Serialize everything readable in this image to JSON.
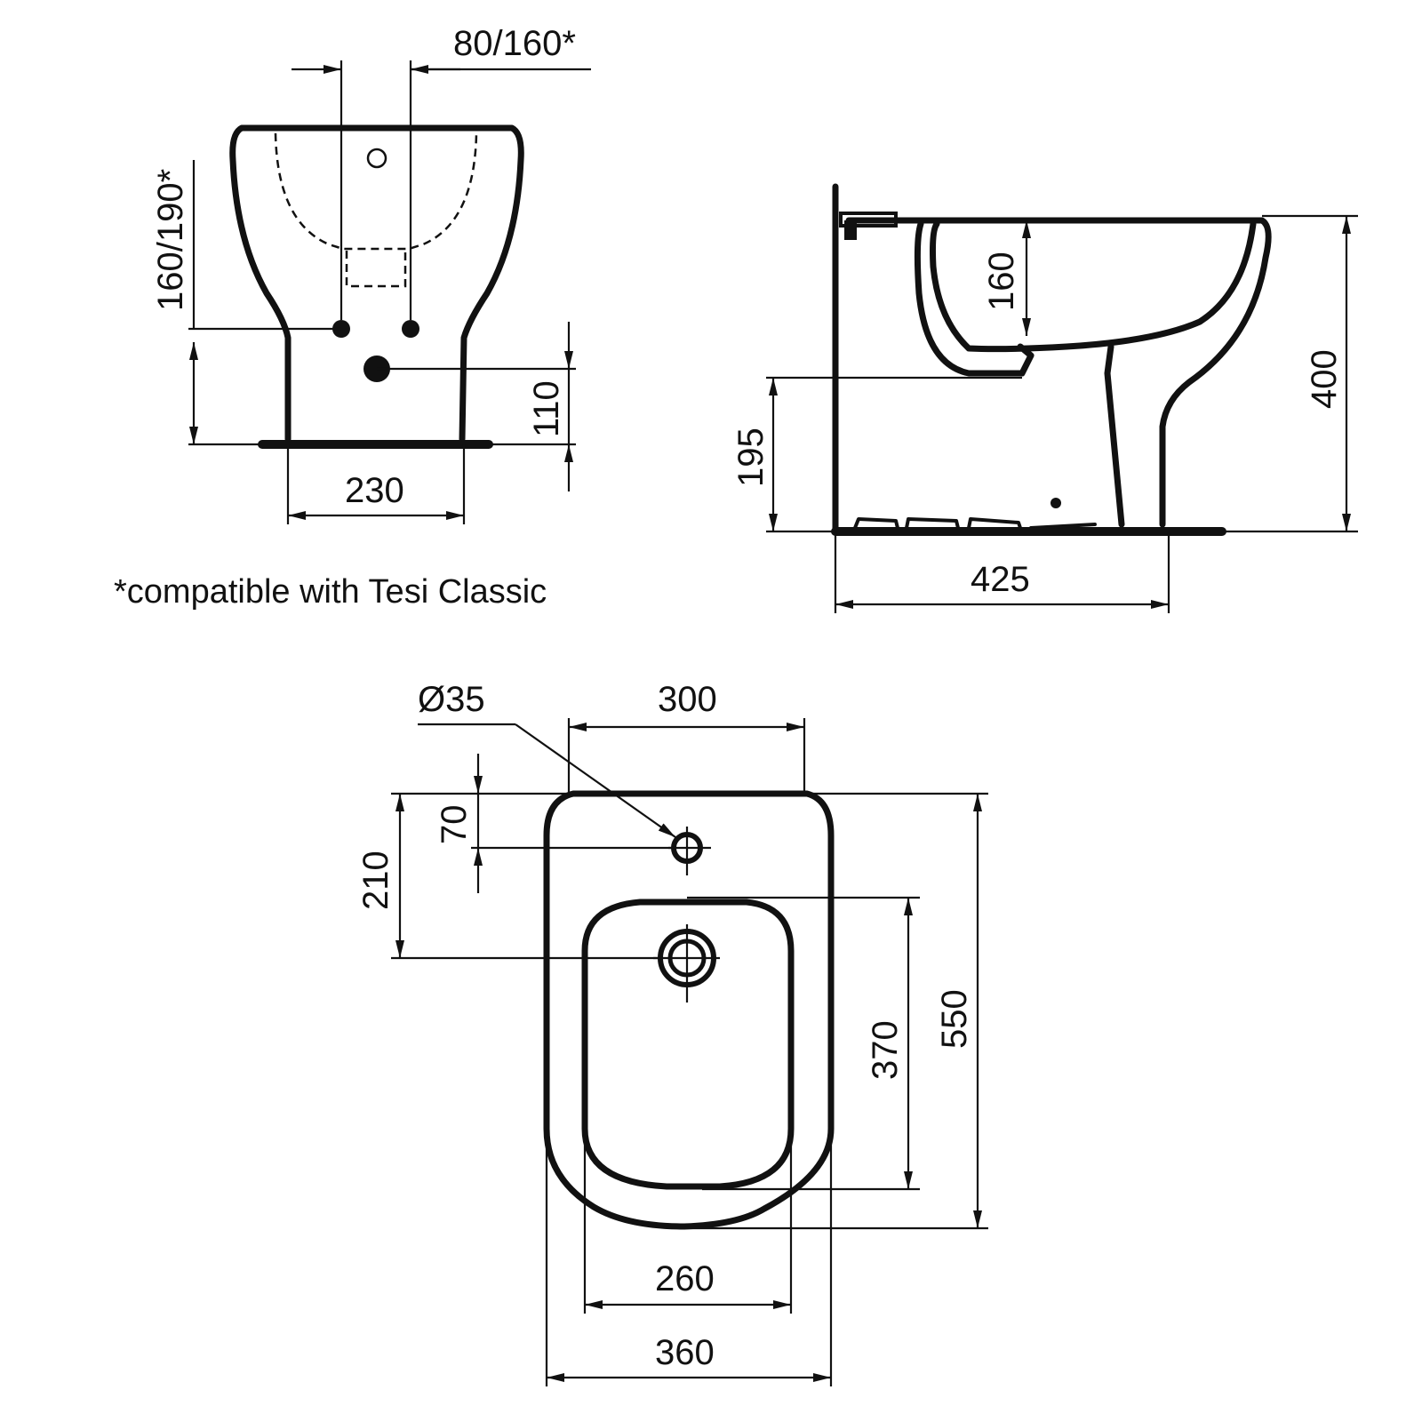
{
  "front_view": {
    "dim_tap_spacing": "80/160*",
    "dim_inlet_height": "160/190*",
    "dim_outlet_height": "110",
    "dim_base_width": "230"
  },
  "side_view": {
    "dim_bowl_depth": "160",
    "dim_rim_height": "400",
    "dim_outlet_center": "195",
    "dim_projection": "425"
  },
  "top_view": {
    "dim_hole_diameter": "Ø35",
    "dim_width_top": "300",
    "dim_hole_offset": "70",
    "dim_drain_offset": "210",
    "dim_bowl_length": "370",
    "dim_total_length": "550",
    "dim_bowl_width": "260",
    "dim_total_width": "360"
  },
  "note": "*compatible with Tesi Classic"
}
